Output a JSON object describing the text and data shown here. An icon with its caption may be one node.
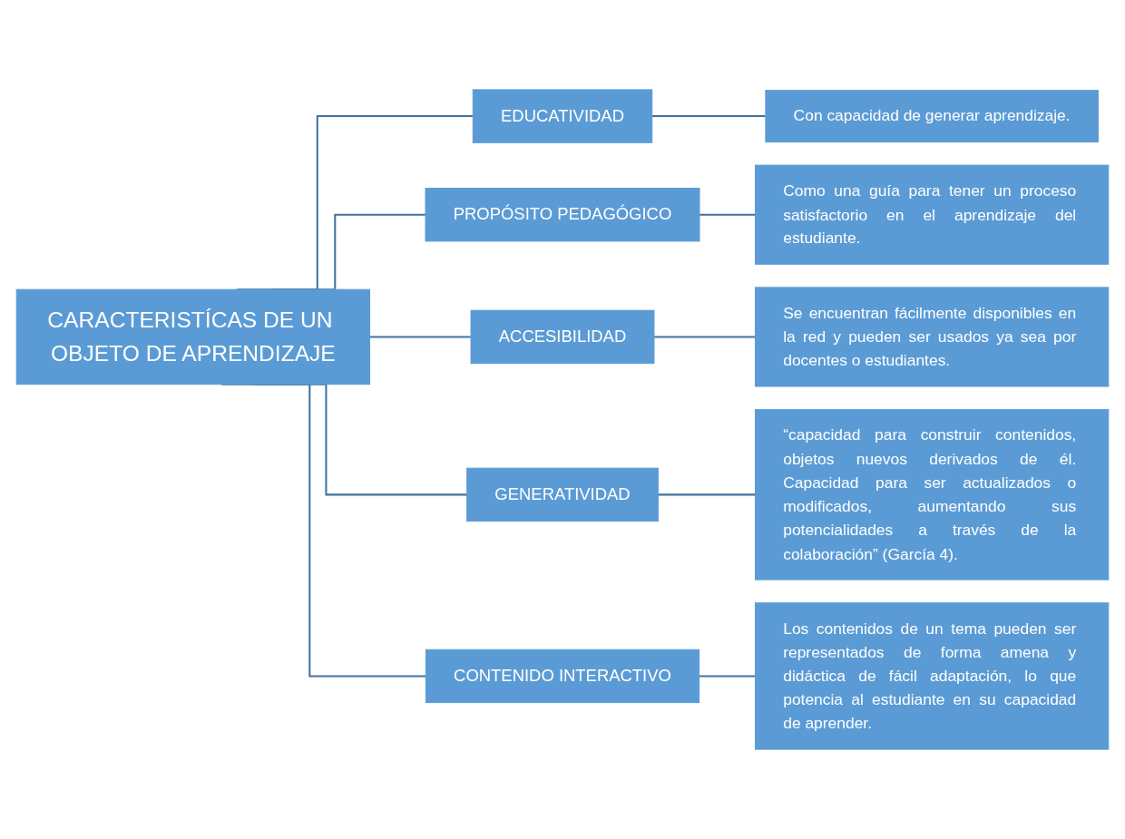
{
  "diagram": {
    "nodes": [
      {
        "text": [
          "CARACTERISTÍCAS DE UN OBJETO DE APRENDIZAJE"
        ]
      },
      {
        "text": [
          "EDUCATIVIDAD"
        ]
      },
      {
        "text": [
          "Con capacidad de generar aprendizaje."
        ]
      },
      {
        "text": [
          "PROPÓSITO PEDAGÓGICO"
        ]
      },
      {
        "text": [
          "Como una guía para tener un proceso satisfactorio en el aprendizaje del estudiante."
        ]
      },
      {
        "text": [
          "ACCESIBILIDAD"
        ]
      },
      {
        "text": [
          "Se encuentran fácilmente disponibles en la red y pueden ser usados ya sea por docentes o estudiantes."
        ]
      },
      {
        "text": [
          "GENERATIVIDAD"
        ]
      },
      {
        "text": [
          "“capacidad para construir contenidos, objetos nuevos derivados de él. Capacidad para ser actualizados o modificados, aumentando sus potencialidades a través de la colaboración” (García 4)."
        ]
      },
      {
        "text": [
          "CONTENIDO INTERACTIVO"
        ]
      },
      {
        "text": [
          "Los contenidos de un tema pueden ser representados de forma amena y didáctica de fácil adaptación, lo que potencia al estudiante en su capacidad de aprender."
        ]
      }
    ],
    "edges": [
      {
        "from": 0,
        "to": 1,
        "arrow": "none"
      },
      {
        "from": 0,
        "to": 3,
        "arrow": "none"
      },
      {
        "from": 0,
        "to": 5,
        "arrow": "none"
      },
      {
        "from": 0,
        "to": 7,
        "arrow": "none"
      },
      {
        "from": 0,
        "to": 9,
        "arrow": "none"
      },
      {
        "from": 1,
        "to": 2,
        "arrow": "none"
      },
      {
        "from": 3,
        "to": 4,
        "arrow": "none"
      },
      {
        "from": 5,
        "to": 6,
        "arrow": "none"
      },
      {
        "from": 7,
        "to": 8,
        "arrow": "none"
      },
      {
        "from": 9,
        "to": 10,
        "arrow": "none"
      }
    ]
  }
}
